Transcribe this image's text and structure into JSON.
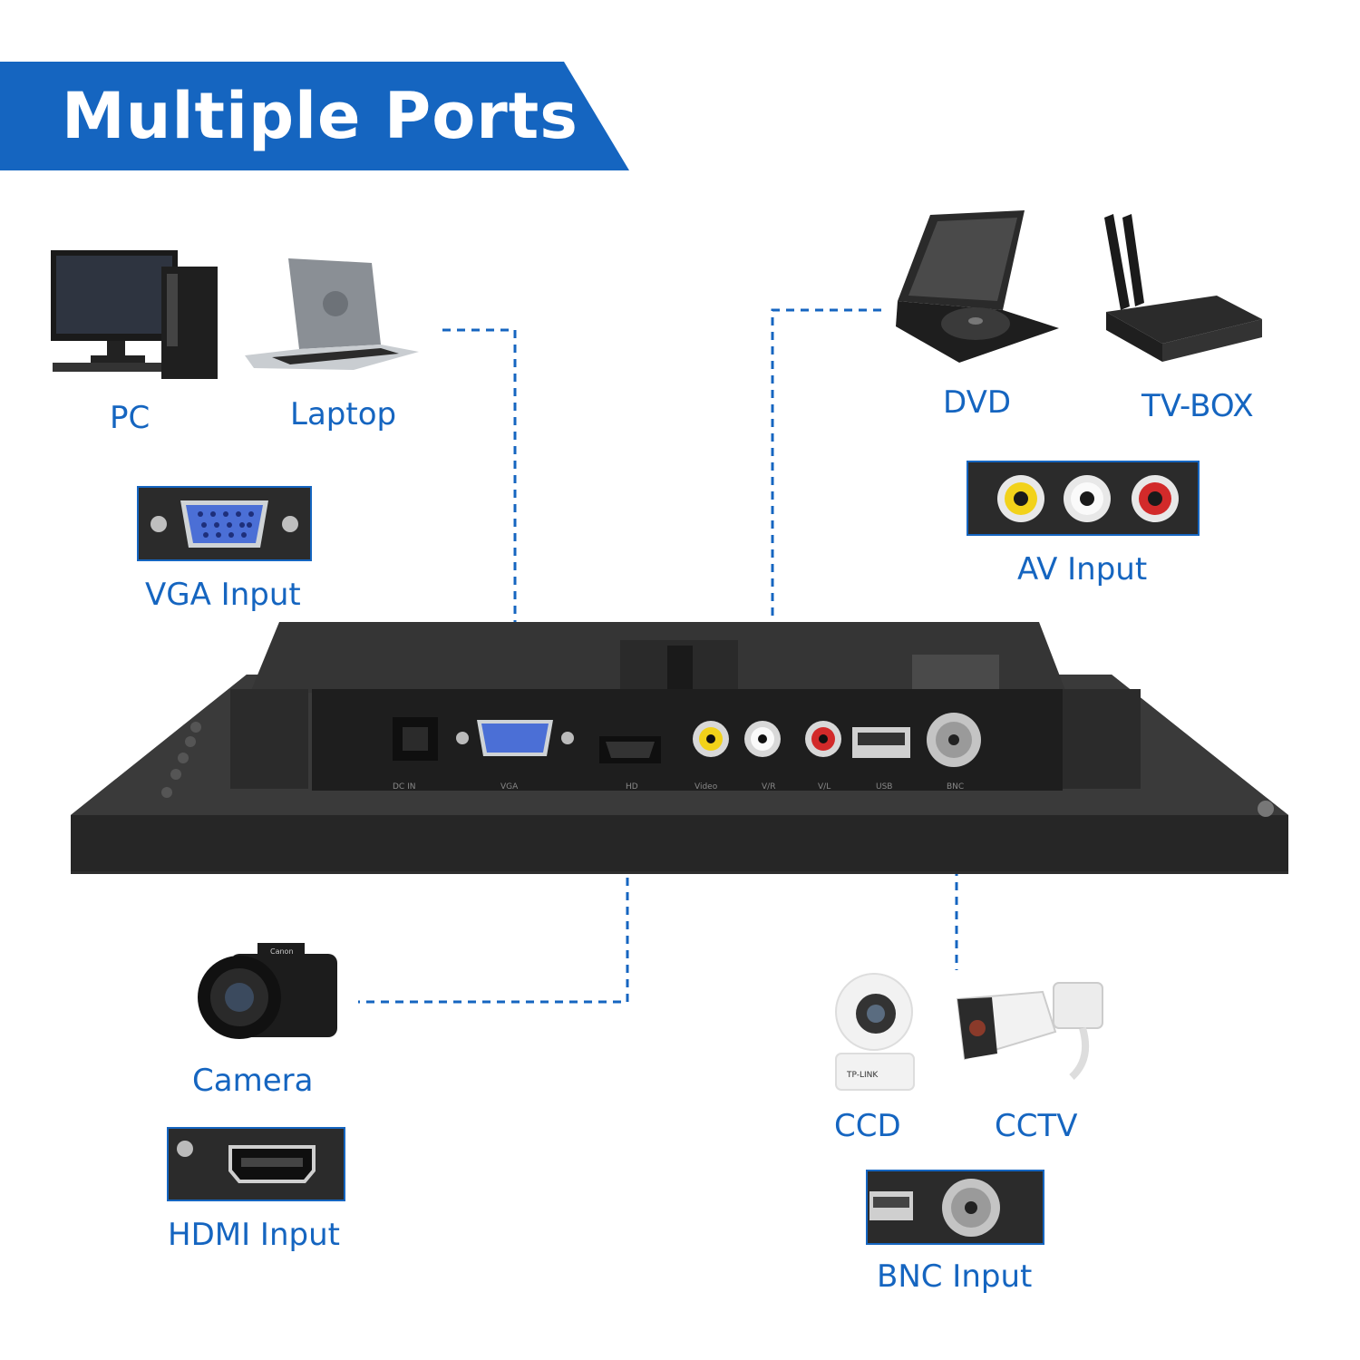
{
  "header": {
    "title": "Multiple Ports"
  },
  "devices": {
    "pc": "PC",
    "laptop": "Laptop",
    "dvd": "DVD",
    "tvbox": "TV-BOX",
    "camera": "Camera",
    "ccd": "CCD",
    "cctv": "CCTV"
  },
  "inputs": {
    "vga": "VGA Input",
    "av": "AV Input",
    "hdmi": "HDMI Input",
    "bnc": "BNC Input"
  },
  "panel_ports": [
    "DC IN",
    "VGA",
    "HD",
    "Video",
    "V/R",
    "V/L",
    "USB",
    "BNC"
  ],
  "device_marks": {
    "canon": "Canon",
    "tplink": "TP-LINK"
  },
  "colors": {
    "accent": "#1565c0",
    "banner": "#1565c0",
    "panel": "#2b2b2b"
  }
}
